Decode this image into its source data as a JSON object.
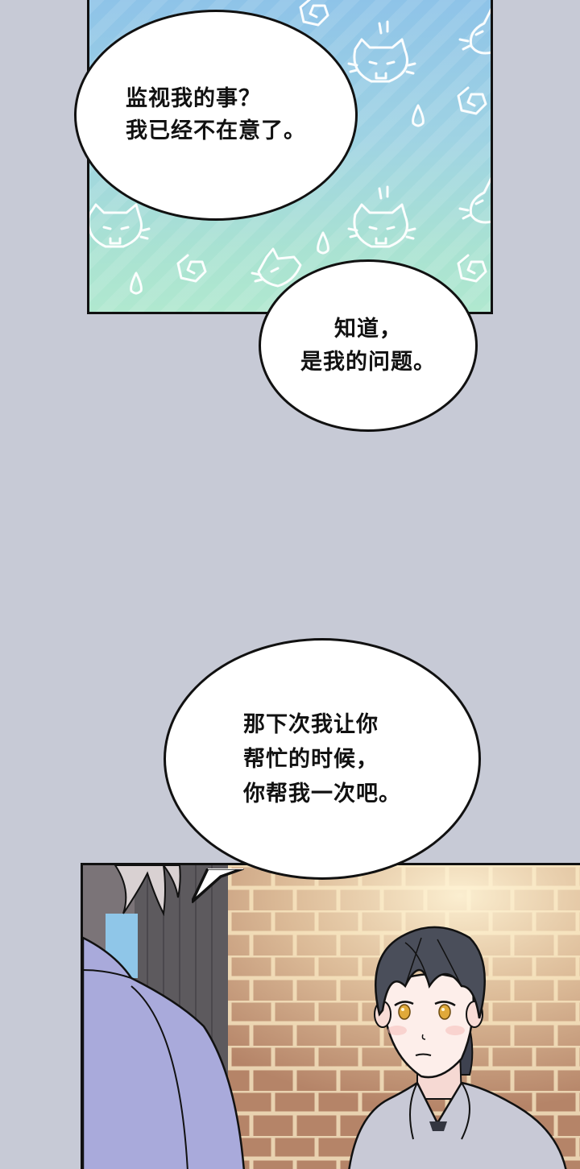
{
  "page": {
    "background_color": "#C7CAD6",
    "type": "webtoon-strip"
  },
  "panels": [
    {
      "id": "panel-top",
      "description": "Pastel blue-to-mint gradient background with white doodled cats, spirals and droplets",
      "gradient_colors": [
        "#8EC3E8",
        "#A9E2D2",
        "#B0E8CF"
      ],
      "pattern_icons": [
        "cat-doodle-icon",
        "spiral-doodle-icon",
        "droplet-doodle-icon"
      ]
    },
    {
      "id": "panel-bottom",
      "description": "Girl with dark ponytail hair and amber eyes in a gray hoodie facing a person in a lavender jacket, brick wall background",
      "colors": {
        "brick": "#B58468",
        "mortar": "#E9D2B0",
        "hair": "#4A4E5A",
        "eyes": "#E0A93A",
        "hoodie": "#C8C9D6",
        "jacket": "#A8AADA"
      }
    }
  ],
  "bubbles": [
    {
      "id": "bubble-1",
      "text": "监视我的事？\n我已经不在意了。",
      "lines": [
        "监视我的事？",
        "我已经不在意了。"
      ]
    },
    {
      "id": "bubble-2",
      "text": "知道，\n是我的问题。",
      "lines": [
        "知道，",
        "是我的问题。"
      ]
    },
    {
      "id": "bubble-3",
      "text": "那下次我让你\n帮忙的时候，\n你帮我一次吧。",
      "lines": [
        "那下次我让你",
        "帮忙的时候，",
        "你帮我一次吧。"
      ]
    }
  ]
}
